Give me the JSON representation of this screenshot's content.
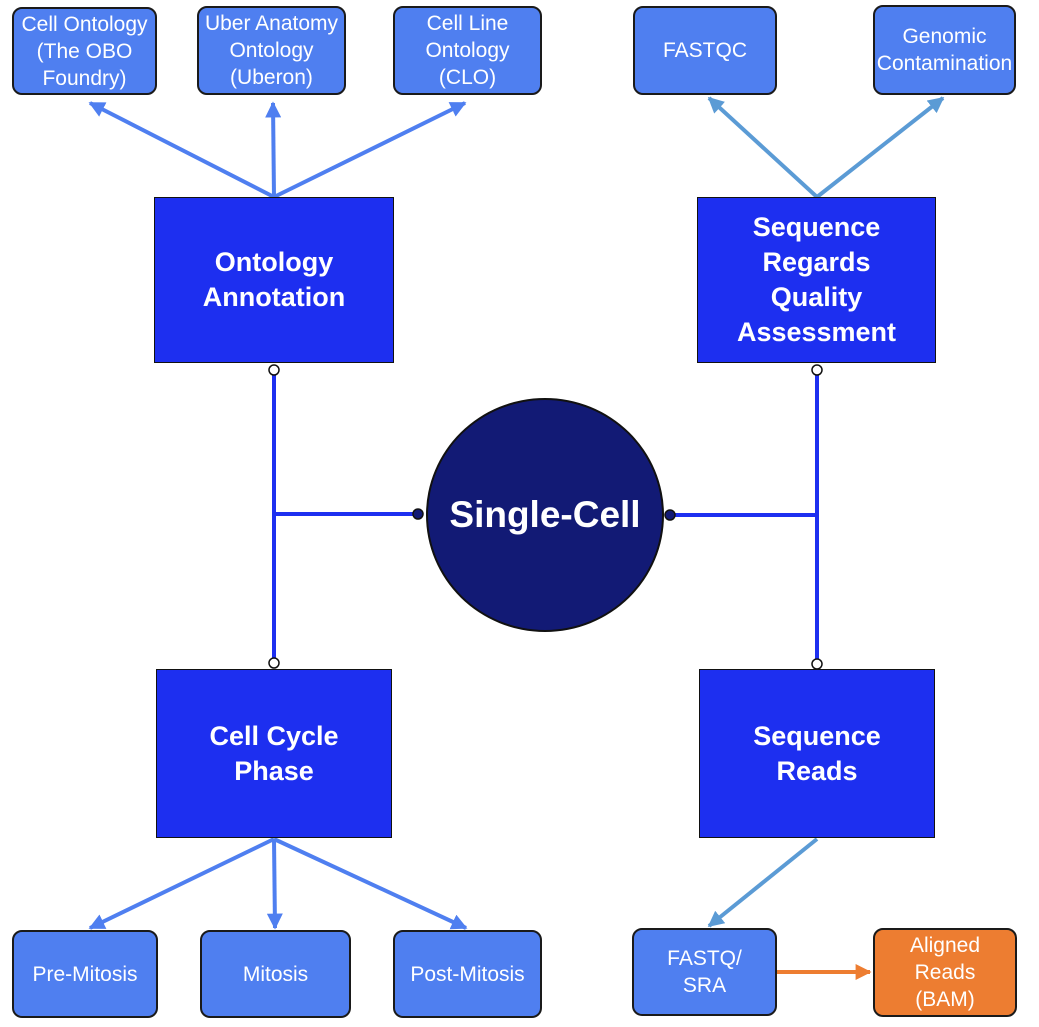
{
  "center": {
    "label": "Single-Cell"
  },
  "branches": {
    "ontology": {
      "label": "Ontology\nAnnotation",
      "children": [
        "Cell Ontology\n(The OBO\nFoundry)",
        "Uber Anatomy\nOntology\n(Uberon)",
        "Cell Line\nOntology\n(CLO)"
      ]
    },
    "quality": {
      "label": "Sequence\nRegards\nQuality\nAssessment",
      "children": [
        "FASTQC",
        "Genomic\nContamination"
      ]
    },
    "cellcycle": {
      "label": "Cell Cycle\nPhase",
      "children": [
        "Pre-Mitosis",
        "Mitosis",
        "Post-Mitosis"
      ]
    },
    "reads": {
      "label": "Sequence\nReads",
      "children": [
        "FASTQ/\nSRA"
      ],
      "downstream": "Aligned\nReads\n(BAM)"
    }
  },
  "colors": {
    "main_node": "#1d2ff0",
    "leaf_node": "#4f7ff0",
    "center_node": "#121a75",
    "output_node": "#ed7d31",
    "connector_dark": "#1d2ff0",
    "arrow_blue": "#4f7ff0",
    "arrow_light": "#5b9bd5",
    "arrow_orange": "#ed7d31"
  }
}
